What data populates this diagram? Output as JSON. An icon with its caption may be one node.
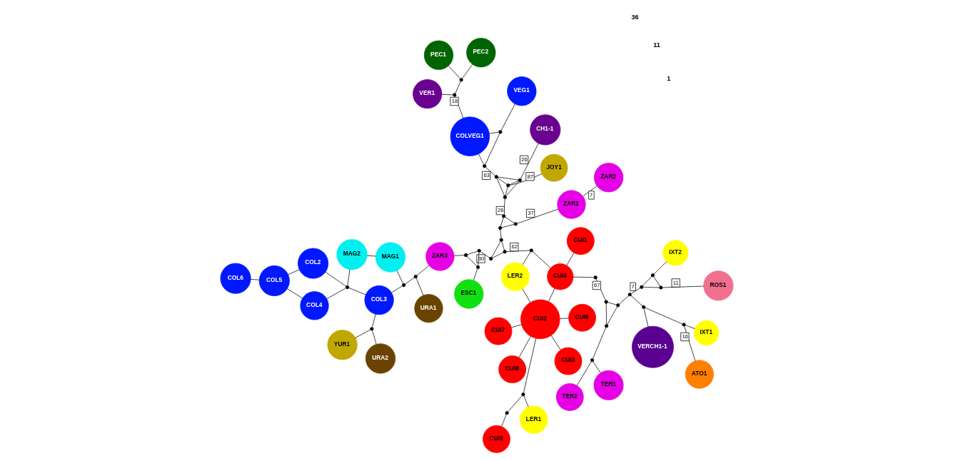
{
  "diagram": {
    "nodes": [
      {
        "text": [
          "CUI7"
        ]
      },
      {
        "text": [
          "LER1"
        ]
      },
      {
        "text": [
          "CUI3"
        ]
      },
      {
        "text": [
          "CUI5"
        ]
      },
      {
        "text": [
          "CUI6"
        ]
      },
      {
        "text": [
          "CUI2"
        ]
      },
      {
        "text": [
          "CUI8"
        ]
      },
      {
        "text": [
          "LER2"
        ]
      },
      {
        "text": [
          "CUI4"
        ]
      },
      {
        "text": [
          "CUI1"
        ]
      },
      {
        "text": [
          "URA1"
        ]
      },
      {
        "text": [
          "MAG1"
        ]
      },
      {
        "text": [
          "MAG2"
        ]
      },
      {
        "text": [
          "COL6"
        ]
      },
      {
        "text": [
          "ZAR3"
        ]
      },
      {
        "text": [
          "COL3"
        ]
      },
      {
        "text": [
          "COL2"
        ]
      },
      {
        "text": [
          "COL5"
        ]
      },
      {
        "text": [
          "COL4"
        ]
      },
      {
        "text": [
          "YUR1"
        ]
      },
      {
        "text": [
          "URA2"
        ]
      },
      {
        "text": [
          "ESC1"
        ]
      },
      {
        "text": [
          "IXT2"
        ]
      },
      {
        "text": [
          "JOY1"
        ]
      },
      {
        "text": [
          "ZAR1"
        ]
      },
      {
        "text": [
          "VERCH1-1"
        ]
      },
      {
        "text": [
          "COLVEG1"
        ]
      },
      {
        "text": [
          "PEC1"
        ]
      },
      {
        "text": [
          "ROS1"
        ]
      },
      {
        "text": [
          "TER2"
        ]
      },
      {
        "text": [
          "TER1"
        ]
      },
      {
        "text": [
          "ZAR2"
        ]
      },
      {
        "text": [
          "VER1"
        ]
      },
      {
        "text": [
          "PEC2"
        ]
      },
      {
        "text": [
          "IXT1"
        ]
      },
      {
        "text": [
          "ATO1"
        ]
      },
      {
        "text": [
          "CH1-1"
        ]
      },
      {
        "text": [
          "VEG1"
        ]
      },
      {
        "text": [],
        "shape": "circle"
      },
      {
        "text": [],
        "shape": "circle"
      },
      {
        "text": [],
        "shape": "circle"
      },
      {
        "text": [],
        "shape": "circle"
      },
      {
        "text": [],
        "shape": "circle"
      },
      {
        "text": [],
        "shape": "circle"
      },
      {
        "text": [],
        "shape": "circle"
      },
      {
        "text": [],
        "shape": "circle"
      },
      {
        "text": [],
        "shape": "circle"
      },
      {
        "text": [],
        "shape": "circle"
      },
      {
        "text": [],
        "shape": "circle"
      },
      {
        "text": [],
        "shape": "circle"
      },
      {
        "text": [],
        "shape": "circle"
      },
      {
        "text": [],
        "shape": "circle"
      },
      {
        "text": [],
        "shape": "circle"
      },
      {
        "text": [],
        "shape": "circle"
      },
      {
        "text": [],
        "shape": "circle"
      },
      {
        "text": [],
        "shape": "circle"
      },
      {
        "text": [],
        "shape": "circle"
      },
      {
        "text": [],
        "shape": "circle"
      },
      {
        "text": [],
        "shape": "circle"
      },
      {
        "text": [],
        "shape": "circle"
      },
      {
        "text": [],
        "shape": "circle"
      },
      {
        "text": [],
        "shape": "circle"
      },
      {
        "text": [],
        "shape": "circle"
      },
      {
        "text": [],
        "shape": "circle"
      },
      {
        "text": [],
        "shape": "circle"
      },
      {
        "text": [],
        "shape": "circle"
      },
      {
        "text": [],
        "shape": "circle"
      },
      {
        "text": [],
        "shape": "circle"
      },
      {
        "text": [],
        "shape": "circle"
      },
      {
        "text": [],
        "shape": "circle"
      },
      {
        "text": [],
        "shape": "circle"
      },
      {
        "text": [],
        "shape": "circle"
      },
      {
        "text": [],
        "shape": "circle"
      }
    ],
    "edges": [
      {
        "from": 5,
        "to": 0,
        "arrow": "none"
      },
      {
        "from": 5,
        "to": 2,
        "arrow": "none"
      },
      {
        "from": 5,
        "to": 4,
        "arrow": "none"
      },
      {
        "from": 5,
        "to": 6,
        "arrow": "none"
      },
      {
        "from": 5,
        "to": 7,
        "arrow": "none"
      },
      {
        "from": 5,
        "to": 8,
        "arrow": "none"
      },
      {
        "from": 5,
        "to": 38,
        "arrow": "none"
      },
      {
        "from": 38,
        "to": 1,
        "arrow": "none"
      },
      {
        "from": 38,
        "to": 39,
        "arrow": "none"
      },
      {
        "from": 39,
        "to": 3,
        "arrow": "none"
      },
      {
        "from": 8,
        "to": 9,
        "arrow": "none"
      },
      {
        "from": 8,
        "to": 45,
        "arrow": "none"
      },
      {
        "from": 8,
        "to": 46,
        "arrow": "none"
      },
      {
        "from": 7,
        "to": 46,
        "arrow": "none"
      },
      {
        "from": 46,
        "to": 47,
        "arrow": "none",
        "label": "62"
      },
      {
        "from": 45,
        "to": 53,
        "arrow": "none",
        "label": "67"
      },
      {
        "from": 47,
        "to": 48,
        "arrow": "none"
      },
      {
        "from": 47,
        "to": 51,
        "arrow": "none"
      },
      {
        "from": 48,
        "to": 51,
        "arrow": "none"
      },
      {
        "from": 48,
        "to": 49,
        "arrow": "none",
        "label": "30"
      },
      {
        "from": 49,
        "to": 43,
        "arrow": "none"
      },
      {
        "from": 49,
        "to": 50,
        "arrow": "none"
      },
      {
        "from": 43,
        "to": 50,
        "arrow": "none"
      },
      {
        "from": 14,
        "to": 43,
        "arrow": "none"
      },
      {
        "from": 50,
        "to": 21,
        "arrow": "none"
      },
      {
        "from": 51,
        "to": 52,
        "arrow": "none"
      },
      {
        "from": 52,
        "to": 54,
        "arrow": "none"
      },
      {
        "from": 52,
        "to": 55,
        "arrow": "none"
      },
      {
        "from": 54,
        "to": 55,
        "arrow": "none"
      },
      {
        "from": 54,
        "to": 24,
        "arrow": "none",
        "label": "37"
      },
      {
        "from": 24,
        "to": 31,
        "arrow": "none",
        "label": "7"
      },
      {
        "from": 55,
        "to": 61,
        "arrow": "none",
        "label": "26"
      },
      {
        "from": 61,
        "to": 62,
        "arrow": "none"
      },
      {
        "from": 61,
        "to": 66,
        "arrow": "none"
      },
      {
        "from": 62,
        "to": 67,
        "arrow": "none"
      },
      {
        "from": 66,
        "to": 67,
        "arrow": "none"
      },
      {
        "from": 61,
        "to": 67,
        "arrow": "none"
      },
      {
        "from": 62,
        "to": 66,
        "arrow": "none"
      },
      {
        "from": 62,
        "to": 23,
        "arrow": "none",
        "label": "87"
      },
      {
        "from": 66,
        "to": 36,
        "arrow": "none",
        "label": "26"
      },
      {
        "from": 67,
        "to": 68,
        "arrow": "none",
        "label": "63"
      },
      {
        "from": 68,
        "to": 26,
        "arrow": "none"
      },
      {
        "from": 68,
        "to": 72,
        "arrow": "none"
      },
      {
        "from": 72,
        "to": 26,
        "arrow": "none"
      },
      {
        "from": 72,
        "to": 37,
        "arrow": "none"
      },
      {
        "from": 26,
        "to": 69,
        "arrow": "none",
        "label": "18"
      },
      {
        "from": 69,
        "to": 32,
        "arrow": "none"
      },
      {
        "from": 69,
        "to": 70,
        "arrow": "none"
      },
      {
        "from": 70,
        "to": 27,
        "arrow": "none"
      },
      {
        "from": 70,
        "to": 33,
        "arrow": "none"
      },
      {
        "from": 14,
        "to": 40,
        "arrow": "none"
      },
      {
        "from": 40,
        "to": 10,
        "arrow": "none"
      },
      {
        "from": 40,
        "to": 41,
        "arrow": "none"
      },
      {
        "from": 41,
        "to": 11,
        "arrow": "none"
      },
      {
        "from": 41,
        "to": 15,
        "arrow": "none"
      },
      {
        "from": 11,
        "to": 12,
        "arrow": "none"
      },
      {
        "from": 15,
        "to": 42,
        "arrow": "none"
      },
      {
        "from": 12,
        "to": 42,
        "arrow": "none"
      },
      {
        "from": 42,
        "to": 16,
        "arrow": "none"
      },
      {
        "from": 16,
        "to": 17,
        "arrow": "none"
      },
      {
        "from": 17,
        "to": 13,
        "arrow": "none"
      },
      {
        "from": 42,
        "to": 18,
        "arrow": "none"
      },
      {
        "from": 18,
        "to": 17,
        "arrow": "none"
      },
      {
        "from": 15,
        "to": 44,
        "arrow": "none"
      },
      {
        "from": 44,
        "to": 19,
        "arrow": "none"
      },
      {
        "from": 44,
        "to": 20,
        "arrow": "none"
      },
      {
        "from": 53,
        "to": 59,
        "arrow": "none"
      },
      {
        "from": 53,
        "to": 60,
        "arrow": "none"
      },
      {
        "from": 59,
        "to": 60,
        "arrow": "none"
      },
      {
        "from": 60,
        "to": 65,
        "arrow": "none"
      },
      {
        "from": 65,
        "to": 29,
        "arrow": "none"
      },
      {
        "from": 65,
        "to": 30,
        "arrow": "none"
      },
      {
        "from": 59,
        "to": 58,
        "arrow": "none"
      },
      {
        "from": 58,
        "to": 57,
        "arrow": "none",
        "label": "7"
      },
      {
        "from": 57,
        "to": 56,
        "arrow": "none"
      },
      {
        "from": 56,
        "to": 63,
        "arrow": "none"
      },
      {
        "from": 57,
        "to": 63,
        "arrow": "none"
      },
      {
        "from": 56,
        "to": 22,
        "arrow": "none"
      },
      {
        "from": 63,
        "to": 28,
        "arrow": "none",
        "label": "11"
      },
      {
        "from": 58,
        "to": 64,
        "arrow": "none"
      },
      {
        "from": 64,
        "to": 25,
        "arrow": "none"
      },
      {
        "from": 64,
        "to": 71,
        "arrow": "none"
      },
      {
        "from": 71,
        "to": 34,
        "arrow": "none"
      },
      {
        "from": 71,
        "to": 35,
        "arrow": "none",
        "label": "16"
      }
    ],
    "labels": [
      "36",
      "11",
      "1"
    ]
  }
}
